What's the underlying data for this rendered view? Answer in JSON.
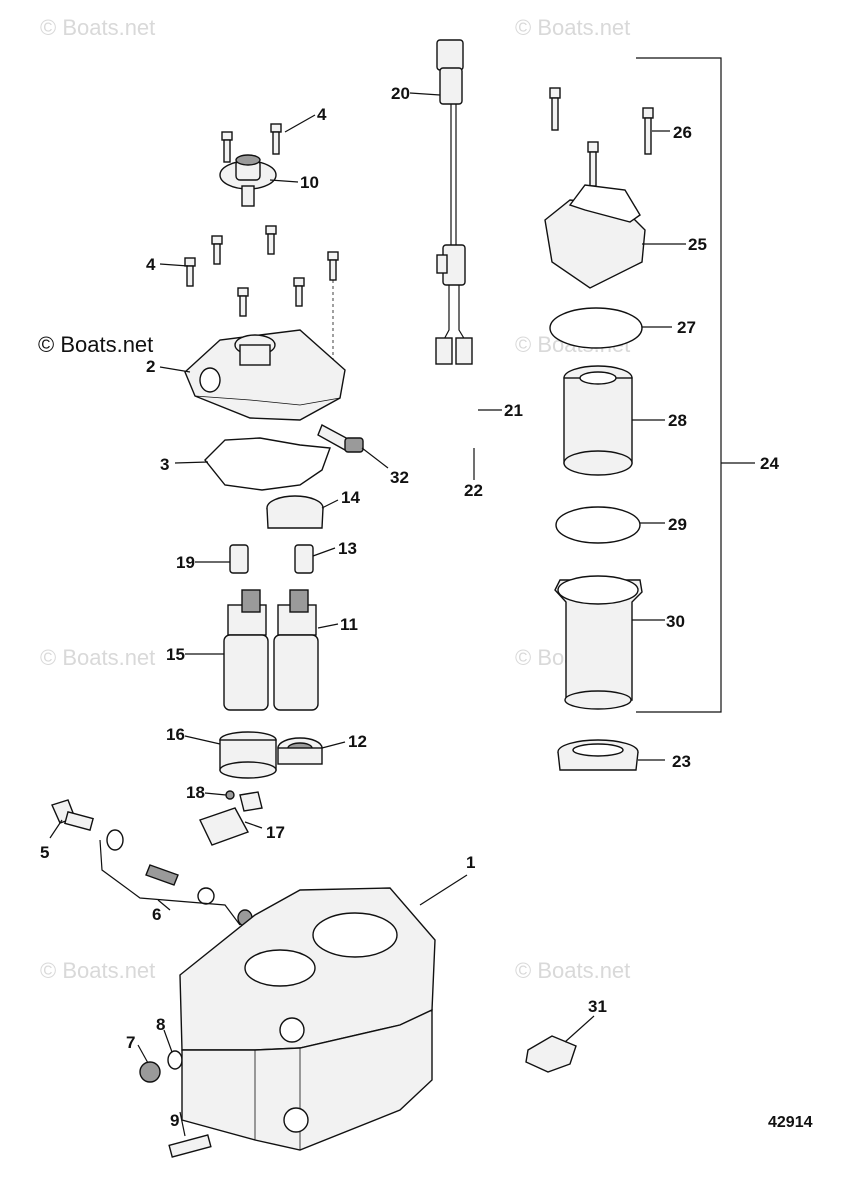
{
  "watermarks": {
    "repeated": "© Boats.net",
    "main": "© Boats.net"
  },
  "reference_number": "42914",
  "callouts": [
    "1",
    "2",
    "3",
    "4",
    "4",
    "5",
    "6",
    "7",
    "8",
    "9",
    "10",
    "11",
    "12",
    "13",
    "14",
    "15",
    "16",
    "17",
    "18",
    "19",
    "20",
    "21",
    "22",
    "23",
    "24",
    "25",
    "26",
    "27",
    "28",
    "29",
    "30",
    "31",
    "32"
  ]
}
